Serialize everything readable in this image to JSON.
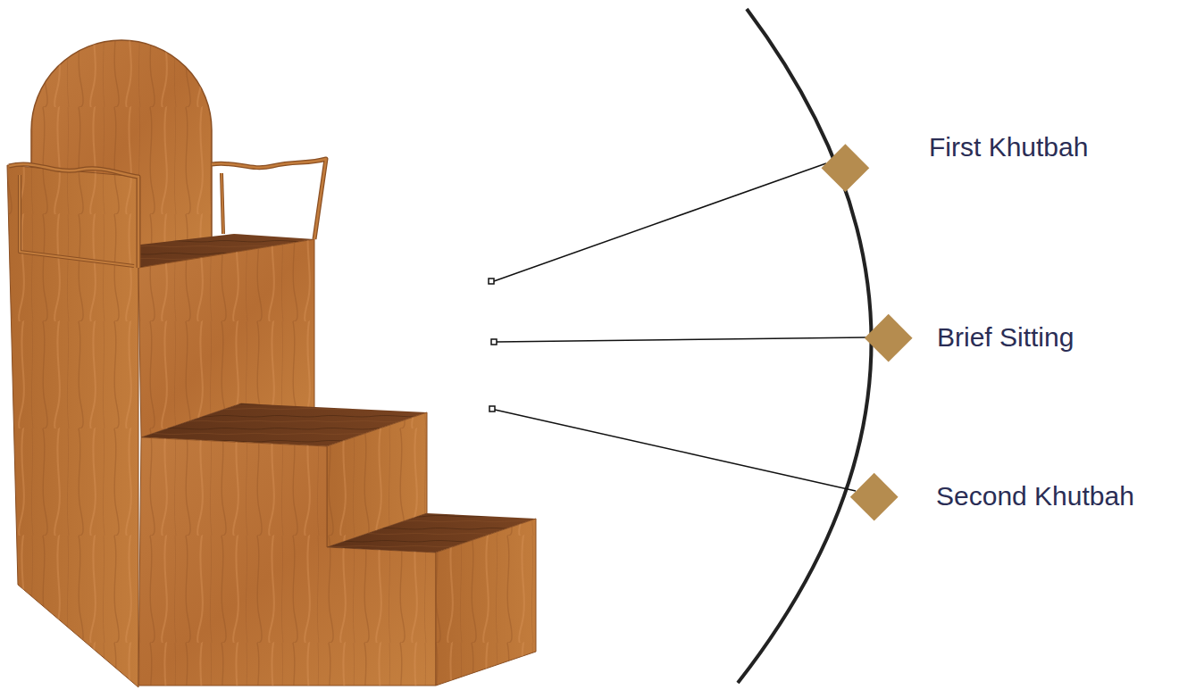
{
  "diagram": {
    "labels": [
      "First Khutbah",
      "Brief Sitting",
      "Second Khutbah"
    ]
  }
}
